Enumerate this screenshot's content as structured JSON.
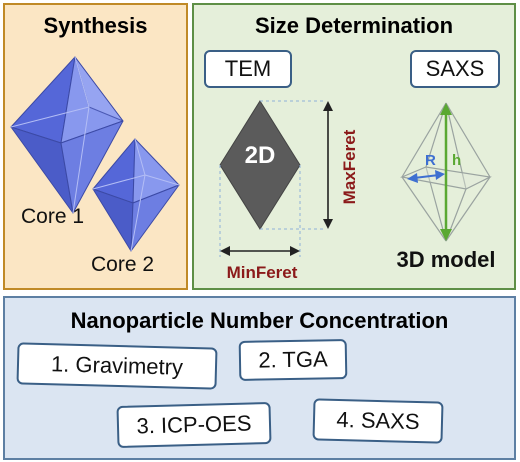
{
  "synthesis": {
    "title": "Synthesis",
    "core1": "Core 1",
    "core2": "Core 2"
  },
  "size": {
    "title": "Size Determination",
    "tem": "TEM",
    "saxs": "SAXS",
    "shape2d": "2D",
    "max_feret": "MaxFeret",
    "min_feret": "MinFeret",
    "r": "R",
    "h": "h",
    "model3d": "3D model"
  },
  "concentration": {
    "title": "Nanoparticle Number Concentration",
    "methods": [
      "1. Gravimetry",
      "2. TGA",
      "3. ICP-OES",
      "4. SAXS"
    ]
  },
  "colors": {
    "octa_light": "#7f90ea",
    "octa_dark": "#4a5bc5",
    "feret_label": "#8b1a1a",
    "rhombus": "#5b5b5b",
    "r_arrow": "#3e6fd1",
    "h_arrow": "#5aa832"
  }
}
